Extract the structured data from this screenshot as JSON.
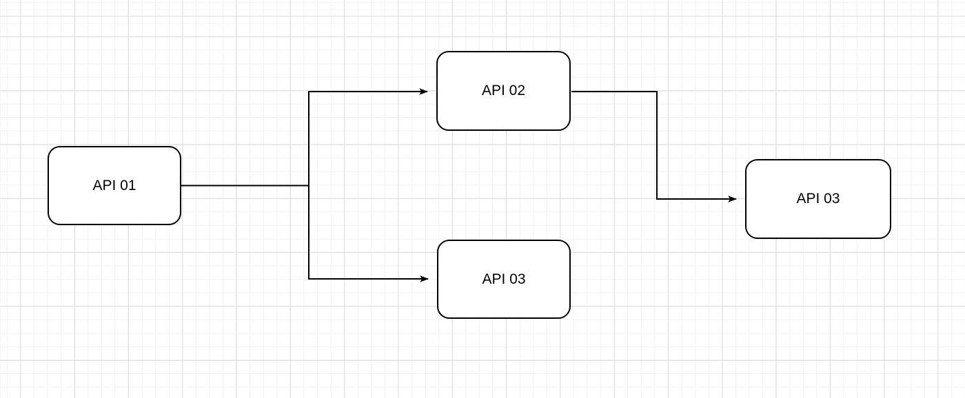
{
  "diagram": {
    "type": "flowchart",
    "nodes": [
      {
        "id": "api01",
        "label": "API 01"
      },
      {
        "id": "api02",
        "label": "API 02"
      },
      {
        "id": "api03_mid",
        "label": "API 03"
      },
      {
        "id": "api03_right",
        "label": "API 03"
      }
    ],
    "edges": [
      {
        "from": "api01",
        "to": "api02",
        "style": "orthogonal-arrow"
      },
      {
        "from": "api01",
        "to": "api03_mid",
        "style": "orthogonal-arrow"
      },
      {
        "from": "api02",
        "to": "api03_right",
        "style": "orthogonal-arrow"
      }
    ],
    "colors": {
      "background": "#ffffff",
      "grid_minor": "#f1f1f1",
      "grid_major": "#d9d9d9",
      "node_fill": "#ffffff",
      "node_border": "#000000",
      "edge": "#000000",
      "text": "#000000"
    }
  }
}
